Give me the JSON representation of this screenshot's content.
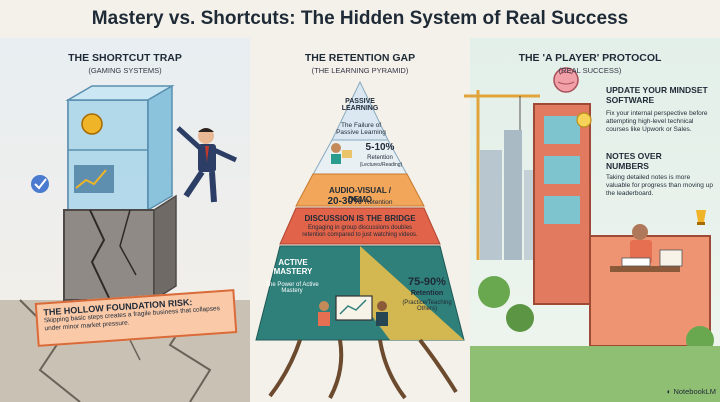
{
  "title": "Mastery vs. Shortcuts: The Hidden System of Real Success",
  "left": {
    "heading": "THE SHORTCUT TRAP",
    "subheading": "(GAMING SYSTEMS)",
    "risk_title": "THE HOLLOW FOUNDATION RISK:",
    "risk_text": "Skipping basic steps creates a fragile business that collapses under minor market pressure."
  },
  "center": {
    "heading": "THE RETENTION GAP",
    "subheading": "(THE LEARNING PYRAMID)",
    "tier1_title": "PASSIVE LEARNING",
    "tier1_sub": "The Failure of Passive Learning",
    "tier1_pct": "5-10%",
    "tier1_label": "Retention",
    "tier1_note": "(Lectures/Reading)",
    "tier2_title": "AUDIO-VISUAL / DEMO",
    "tier2_pct": "20-30%",
    "tier2_label": "Retention",
    "tier3_title": "DISCUSSION IS THE BRIDGE",
    "tier3_text": "Engaging in group discussions doubles retention compared to just watching videos.",
    "tier4_title": "ACTIVE MASTERY",
    "tier4_sub": "The Power of Active Mastery",
    "tier4_pct": "75-90%",
    "tier4_label": "Retention",
    "tier4_note": "(Practice/Teaching Others)"
  },
  "right": {
    "heading": "THE 'A PLAYER' PROTOCOL",
    "subheading": "(REAL SUCCESS)",
    "block1_title": "UPDATE YOUR MINDSET SOFTWARE",
    "block1_text": "Fix your internal perspective before attempting high-level technical courses like Upwork or Sales.",
    "block2_title": "NOTES OVER NUMBERS",
    "block2_text": "Taking detailed notes is more valuable for progress than moving up the leaderboard."
  },
  "footer": {
    "brand": "NotebookLM"
  }
}
